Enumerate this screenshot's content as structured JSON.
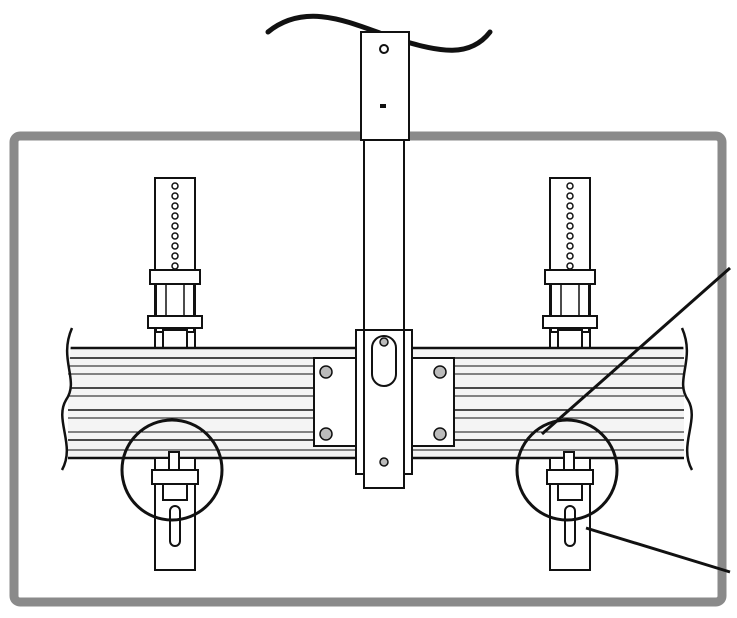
{
  "diagram": {
    "kind": "technical-line-drawing",
    "subject": "ceiling-mount-pole-with-horizontal-rail",
    "components": [
      "ceiling-break-wave",
      "upper-mount-tube",
      "lower-slide-tube",
      "horizontal-extrusion-rail",
      "center-clamp-plate",
      "left-adjustable-bracket",
      "right-adjustable-bracket",
      "left-detail-circle",
      "right-detail-circle",
      "callout-leader-lines"
    ],
    "colors": {
      "line": "#111111",
      "frame": "#8a8a8a",
      "fill_light": "#ffffff",
      "rail_shade": "#f4f4f4"
    },
    "text": []
  }
}
